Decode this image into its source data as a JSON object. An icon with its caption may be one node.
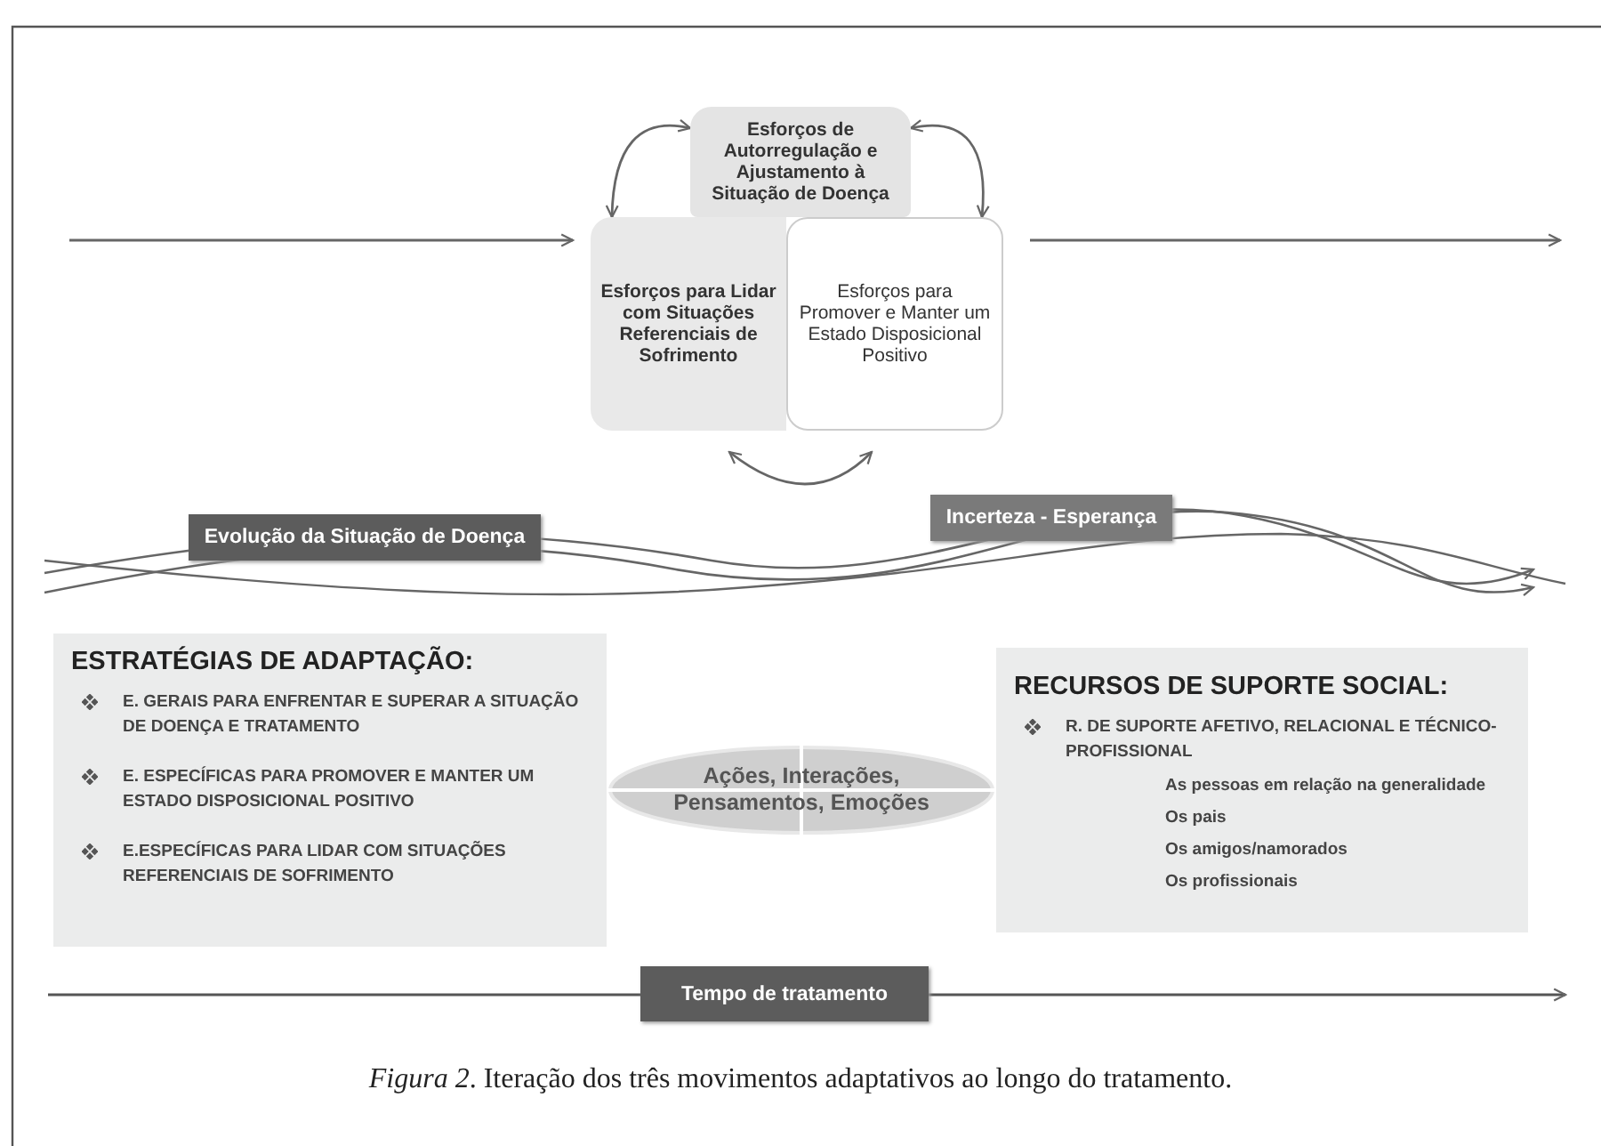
{
  "diagram": {
    "caption": "*Figura 2*. Iteração dos três movimentos adaptativos ao longo do tratamento.",
    "nodes": [
      {
        "text": [
          "Esforços de Autorregulação e Ajustamento à Situação de Doença"
        ]
      },
      {
        "text": [
          "Esforços para Lidar com Situações Referenciais de Sofrimento"
        ]
      },
      {
        "text": [
          "Esforços para Promover e Manter um Estado Disposicional Positivo"
        ]
      },
      {
        "text": [
          "Evolução da Situação de Doença"
        ]
      },
      {
        "text": [
          "Incerteza - Esperança"
        ]
      },
      {
        "text": [
          "ESTRATÉGIAS DE ADAPTAÇÃO:",
          "E. GERAIS PARA ENFRENTAR E SUPERAR A SITUAÇÃO DE DOENÇA E TRATAMENTO",
          "E. ESPECÍFICAS PARA PROMOVER E MANTER UM ESTADO DISPOSICIONAL POSITIVO",
          "E.ESPECÍFICAS PARA LIDAR COM SITUAÇÕES REFERENCIAIS DE SOFRIMENTO"
        ]
      },
      {
        "text": [
          "Ações, Interações, Pensamentos, Emoções"
        ]
      },
      {
        "text": [
          "RECURSOS DE SUPORTE SOCIAL:",
          "R. DE SUPORTE AFETIVO, RELACIONAL E TÉCNICO-PROFISSIONAL",
          "As pessoas em relação na generalidade",
          "Os pais",
          "Os amigos/namorados",
          "Os profissionais"
        ]
      },
      {
        "text": [
          "Tempo de tratamento"
        ]
      }
    ],
    "edges": [
      {
        "from": 0,
        "to": 1,
        "arrow": "both"
      },
      {
        "from": 0,
        "to": 2,
        "arrow": "both"
      },
      {
        "from": 1,
        "to": 2,
        "arrow": "both"
      },
      {
        "from": null,
        "to": 1,
        "arrow": "to"
      },
      {
        "from": 2,
        "to": null,
        "arrow": "to"
      }
    ]
  }
}
